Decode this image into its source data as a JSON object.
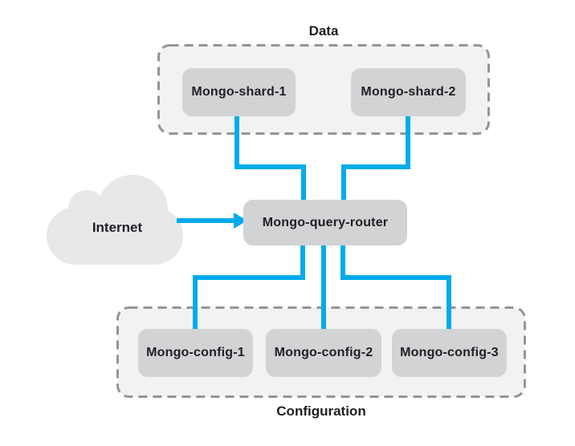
{
  "groups": {
    "data": {
      "label": "Data"
    },
    "configuration": {
      "label": "Configuration"
    }
  },
  "nodes": {
    "internet": {
      "label": "Internet",
      "type": "cloud"
    },
    "shard1": {
      "label": "Mongo-shard-1",
      "group": "data"
    },
    "shard2": {
      "label": "Mongo-shard-2",
      "group": "data"
    },
    "router": {
      "label": "Mongo-query-router"
    },
    "config1": {
      "label": "Mongo-config-1",
      "group": "configuration"
    },
    "config2": {
      "label": "Mongo-config-2",
      "group": "configuration"
    },
    "config3": {
      "label": "Mongo-config-3",
      "group": "configuration"
    }
  },
  "connections": [
    {
      "from": "internet",
      "to": "router",
      "arrow": true
    },
    {
      "from": "shard1",
      "to": "router",
      "arrow": false
    },
    {
      "from": "shard2",
      "to": "router",
      "arrow": false
    },
    {
      "from": "router",
      "to": "config1",
      "arrow": false
    },
    {
      "from": "router",
      "to": "config2",
      "arrow": false
    },
    {
      "from": "router",
      "to": "config3",
      "arrow": false
    }
  ],
  "colors": {
    "connector": "#00abeb",
    "node_fill": "#d1d3d4",
    "group_fill": "#f2f2f3",
    "group_border": "#939598",
    "cloud_fill": "#e7e8e9",
    "text": "#202124",
    "background": "#ffffff"
  }
}
